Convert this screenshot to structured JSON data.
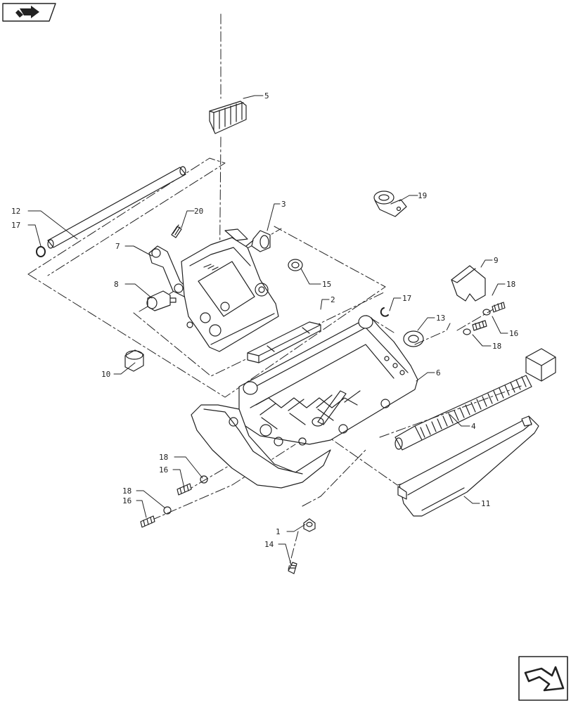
{
  "diagram": {
    "callouts": [
      {
        "id": "c5",
        "label": "5"
      },
      {
        "id": "c19",
        "label": "19"
      },
      {
        "id": "c20",
        "label": "20"
      },
      {
        "id": "c3",
        "label": "3"
      },
      {
        "id": "c12",
        "label": "12"
      },
      {
        "id": "c17a",
        "label": "17"
      },
      {
        "id": "c7",
        "label": "7"
      },
      {
        "id": "c9",
        "label": "9"
      },
      {
        "id": "c8",
        "label": "8"
      },
      {
        "id": "c15",
        "label": "15"
      },
      {
        "id": "c18a",
        "label": "18"
      },
      {
        "id": "c2",
        "label": "2"
      },
      {
        "id": "c17b",
        "label": "17"
      },
      {
        "id": "c13",
        "label": "13"
      },
      {
        "id": "c16a",
        "label": "16"
      },
      {
        "id": "c18b",
        "label": "18"
      },
      {
        "id": "c10",
        "label": "10"
      },
      {
        "id": "c6",
        "label": "6"
      },
      {
        "id": "c4",
        "label": "4"
      },
      {
        "id": "c18c",
        "label": "18"
      },
      {
        "id": "c16b",
        "label": "16"
      },
      {
        "id": "c18d",
        "label": "18"
      },
      {
        "id": "c16c",
        "label": "16"
      },
      {
        "id": "c11",
        "label": "11"
      },
      {
        "id": "c1",
        "label": "1"
      },
      {
        "id": "c14",
        "label": "14"
      }
    ]
  },
  "nav": {
    "back_icon": "back-arrow-icon",
    "next_icon": "next-page-icon"
  },
  "colors": {
    "line": "#222222",
    "background": "#ffffff"
  }
}
